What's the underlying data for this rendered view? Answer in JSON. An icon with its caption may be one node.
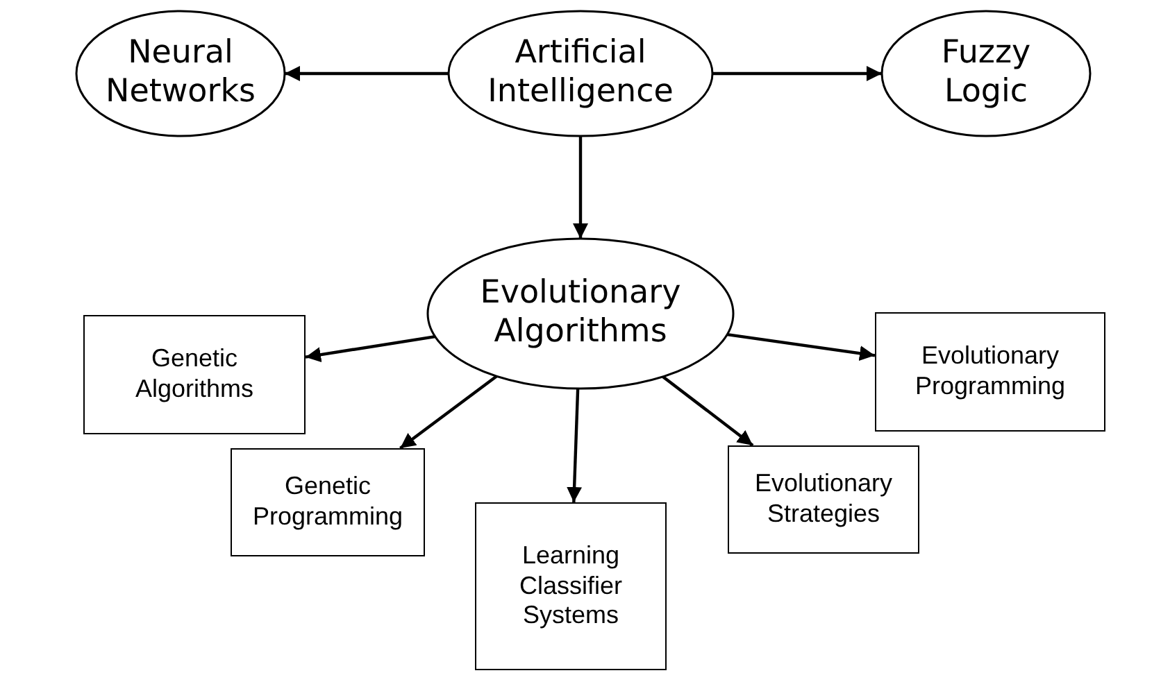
{
  "diagram": {
    "nodes": [
      {
        "text": [
          "Neural Networks"
        ]
      },
      {
        "text": [
          "Artificial Intelligence"
        ]
      },
      {
        "text": [
          "Fuzzy Logic"
        ]
      },
      {
        "text": [
          "Evolutionary Algorithms"
        ]
      },
      {
        "text": [
          "Genetic Algorithms"
        ]
      },
      {
        "text": [
          "Evolutionary Programming"
        ]
      },
      {
        "text": [
          "Genetic Programming"
        ]
      },
      {
        "text": [
          "Learning Classifier Systems"
        ]
      },
      {
        "text": [
          "Evolutionary Strategies"
        ]
      }
    ],
    "edges": [
      {
        "from": 1,
        "to": 0,
        "arrow": "to"
      },
      {
        "from": 1,
        "to": 2,
        "arrow": "to"
      },
      {
        "from": 1,
        "to": 3,
        "arrow": "to"
      },
      {
        "from": 3,
        "to": 4,
        "arrow": "to"
      },
      {
        "from": 3,
        "to": 5,
        "arrow": "to"
      },
      {
        "from": 3,
        "to": 6,
        "arrow": "to"
      },
      {
        "from": 3,
        "to": 7,
        "arrow": "to"
      },
      {
        "from": 3,
        "to": 8,
        "arrow": "to"
      }
    ]
  }
}
